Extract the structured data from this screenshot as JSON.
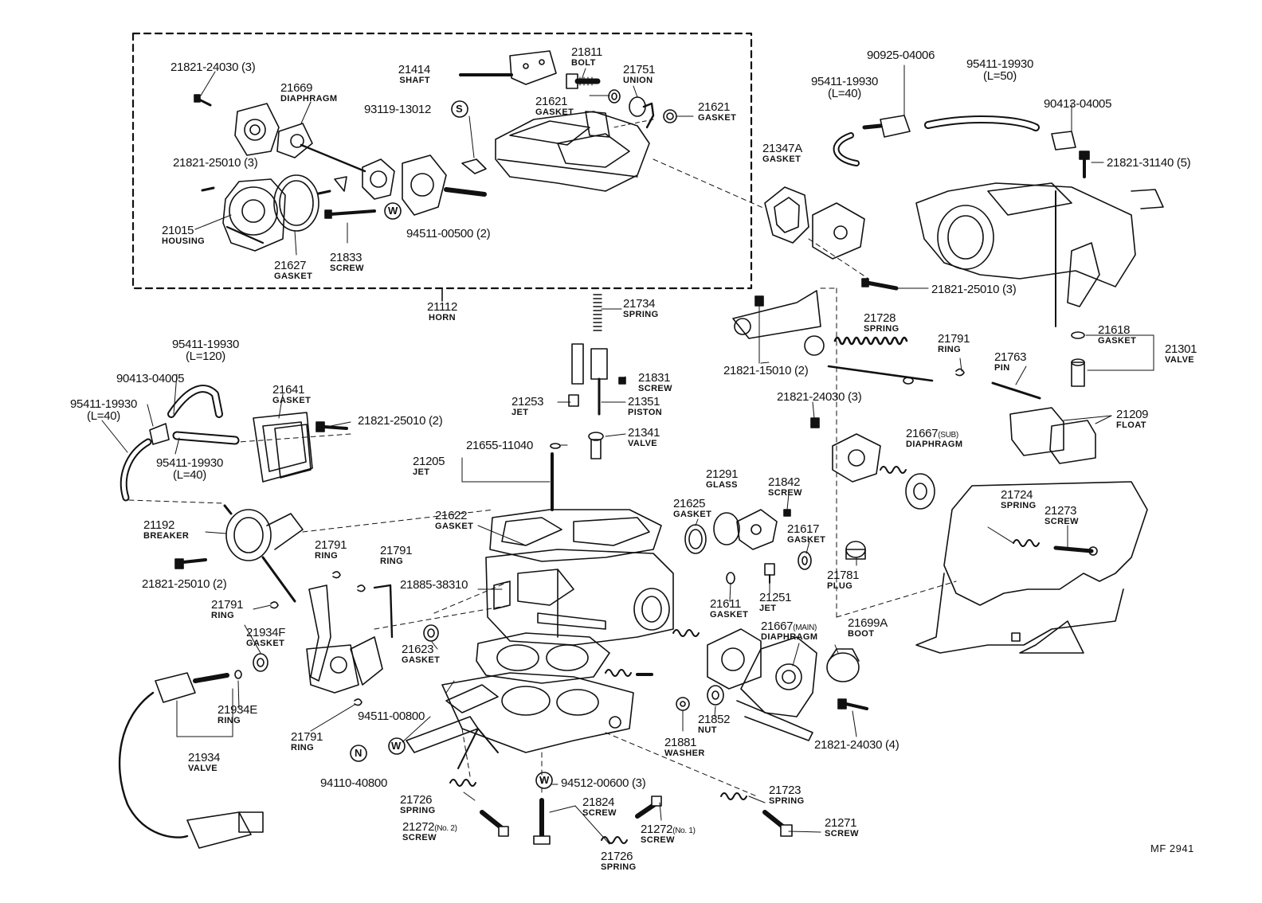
{
  "parts": [
    {
      "id": "21821-24030 (3)",
      "name": ""
    },
    {
      "id": "21669",
      "name": "DIAPHRAGM"
    },
    {
      "id": "21414",
      "name": "SHAFT"
    },
    {
      "id": "21811",
      "name": "BOLT"
    },
    {
      "id": "21751",
      "name": "UNION"
    },
    {
      "id": "93119-13012",
      "name": ""
    },
    {
      "id": "21621",
      "name": "GASKET"
    },
    {
      "id": "21621",
      "name": "GASKET"
    },
    {
      "id": "21821-25010 (3)",
      "name": ""
    },
    {
      "id": "21015",
      "name": "HOUSING"
    },
    {
      "id": "94511-00500 (2)",
      "name": ""
    },
    {
      "id": "21627",
      "name": "GASKET"
    },
    {
      "id": "21833",
      "name": "SCREW"
    },
    {
      "id": "21112",
      "name": "HORN"
    },
    {
      "id": "90925-04006",
      "name": ""
    },
    {
      "id": "95411-19930",
      "name": "(L=40)"
    },
    {
      "id": "95411-19930",
      "name": "(L=50)"
    },
    {
      "id": "90413-04005",
      "name": ""
    },
    {
      "id": "21347A",
      "name": "GASKET"
    },
    {
      "id": "21821-31140 (5)",
      "name": ""
    },
    {
      "id": "21821-25010 (3)",
      "name": ""
    },
    {
      "id": "21734",
      "name": "SPRING"
    },
    {
      "id": "21728",
      "name": "SPRING"
    },
    {
      "id": "21791",
      "name": "RING"
    },
    {
      "id": "21618",
      "name": "GASKET"
    },
    {
      "id": "21301",
      "name": "VALVE"
    },
    {
      "id": "21763",
      "name": "PIN"
    },
    {
      "id": "21821-15010 (2)",
      "name": ""
    },
    {
      "id": "21831",
      "name": "SCREW"
    },
    {
      "id": "21351",
      "name": "PISTON"
    },
    {
      "id": "21253",
      "name": "JET"
    },
    {
      "id": "21341",
      "name": "VALVE"
    },
    {
      "id": "21821-24030 (3)",
      "name": ""
    },
    {
      "id": "21209",
      "name": "FLOAT"
    },
    {
      "id": "21667",
      "name": "DIAPHRAGM",
      "suffix": "(SUB)"
    },
    {
      "id": "95411-19930",
      "name": "(L=120)"
    },
    {
      "id": "90413-04005",
      "name": ""
    },
    {
      "id": "21641",
      "name": "GASKET"
    },
    {
      "id": "21821-25010 (2)",
      "name": ""
    },
    {
      "id": "95411-19930",
      "name": "(L=40)"
    },
    {
      "id": "95411-19930",
      "name": "(L=40)"
    },
    {
      "id": "21655-11040",
      "name": ""
    },
    {
      "id": "21205",
      "name": "JET"
    },
    {
      "id": "21622",
      "name": "GASKET"
    },
    {
      "id": "21291",
      "name": "GLASS"
    },
    {
      "id": "21842",
      "name": "SCREW"
    },
    {
      "id": "21625",
      "name": "GASKET"
    },
    {
      "id": "21617",
      "name": "GASKET"
    },
    {
      "id": "21724",
      "name": "SPRING"
    },
    {
      "id": "21273",
      "name": "SCREW"
    },
    {
      "id": "21192",
      "name": "BREAKER"
    },
    {
      "id": "21791",
      "name": "RING"
    },
    {
      "id": "21791",
      "name": "RING"
    },
    {
      "id": "21821-25010 (2)",
      "name": ""
    },
    {
      "id": "21885-38310",
      "name": ""
    },
    {
      "id": "21781",
      "name": "PLUG"
    },
    {
      "id": "21611",
      "name": "GASKET"
    },
    {
      "id": "21251",
      "name": "JET"
    },
    {
      "id": "21791",
      "name": "RING"
    },
    {
      "id": "21934F",
      "name": "GASKET"
    },
    {
      "id": "21623",
      "name": "GASKET"
    },
    {
      "id": "21667",
      "name": "DIAPHRAGM",
      "suffix": "(MAIN)"
    },
    {
      "id": "21699A",
      "name": "BOOT"
    },
    {
      "id": "21934E",
      "name": "RING"
    },
    {
      "id": "21791",
      "name": "RING"
    },
    {
      "id": "94511-00800",
      "name": ""
    },
    {
      "id": "21852",
      "name": "NUT"
    },
    {
      "id": "21881",
      "name": "WASHER"
    },
    {
      "id": "21821-24030 (4)",
      "name": ""
    },
    {
      "id": "21934",
      "name": "VALVE"
    },
    {
      "id": "94110-40800",
      "name": ""
    },
    {
      "id": "94512-00600 (3)",
      "name": ""
    },
    {
      "id": "21723",
      "name": "SPRING"
    },
    {
      "id": "21726",
      "name": "SPRING"
    },
    {
      "id": "21824",
      "name": "SCREW"
    },
    {
      "id": "21272",
      "name": "SCREW",
      "suffix": "(No. 2)"
    },
    {
      "id": "21272",
      "name": "SCREW",
      "suffix": "(No. 1)"
    },
    {
      "id": "21271",
      "name": "SCREW"
    },
    {
      "id": "21726",
      "name": "SPRING"
    }
  ],
  "badges": {
    "s": "S",
    "w": "W",
    "n": "N"
  },
  "figure_code": "MF 2941",
  "colors": {
    "ink": "#111111",
    "paper": "#ffffff"
  }
}
